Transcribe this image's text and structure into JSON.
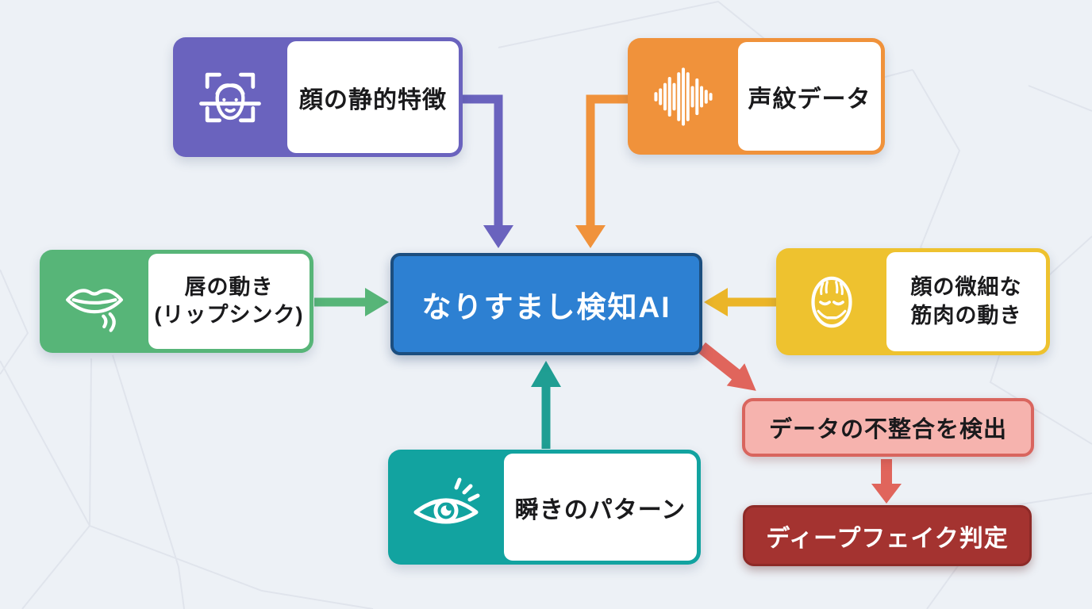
{
  "title": "なりすまし検知AI ダイアグラム",
  "palette": {
    "bg": "#edf1f6",
    "pattern-line": "#dde2ea",
    "purple": "#6A63BE",
    "orange": "#F0923B",
    "green": "#57B578",
    "teal": "#12A3A0",
    "teal-arrow": "#1F9E93",
    "yellow": "#EEC22F",
    "yellow-arrow": "#EBB528",
    "blue": "#2D80D2",
    "blue-border": "#1C4E7F",
    "pink": "#F6B3AE",
    "pink-border": "#D9655E",
    "red-arrow": "#E0655C",
    "dark-red": "#A43330",
    "dark-red-border": "#8E2A27",
    "label-text": "#1a1a1c",
    "white": "#ffffff"
  },
  "nodes": {
    "face_static": {
      "label": "顔の静的特徴",
      "icon": "face-scan-icon"
    },
    "voiceprint": {
      "label": "声紋データ",
      "icon": "voice-waveform-icon"
    },
    "lip_sync": {
      "line1": "唇の動き",
      "line2": "(リップシンク)",
      "icon": "lips-icon"
    },
    "ai_core": {
      "label": "なりすまし検知AI"
    },
    "facial_muscle": {
      "line1": "顔の微細な",
      "line2": "筋肉の動き",
      "icon": "face-muscle-icon"
    },
    "blink_pattern": {
      "label": "瞬きのパターン",
      "icon": "eye-blink-icon"
    },
    "inconsistency": {
      "label": "データの不整合を検出"
    },
    "verdict": {
      "label": "ディープフェイク判定"
    }
  }
}
